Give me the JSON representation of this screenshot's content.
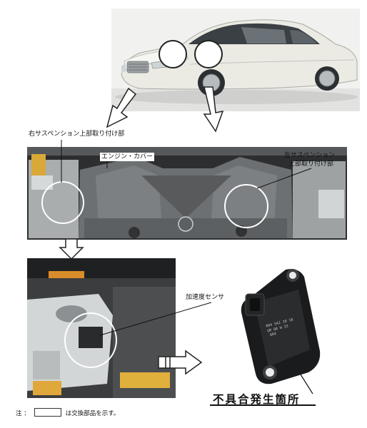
{
  "labels": {
    "right_suspension": "右サスペンション上部取り付け部",
    "engine_cover": "エンジン・カバー",
    "left_suspension_line1": "左サスペンション",
    "left_suspension_line2": "上部取り付け部",
    "acceleration_sensor": "加速度センサ",
    "defect_location": "不具合発生箇所"
  },
  "footnote": {
    "prefix": "注 ：",
    "suffix": "は交換部品を示す。"
  },
  "sensor_print": {
    "line1": "004 542 20 18",
    "line2": "GM 08 W 33",
    "line3": "Q04"
  }
}
